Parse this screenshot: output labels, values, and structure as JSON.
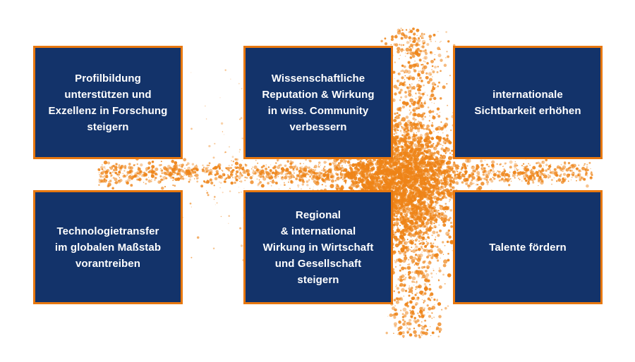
{
  "colors": {
    "box_fill": "#13336a",
    "box_border": "#e8780f",
    "splatter": "#ee8418",
    "text": "#ffffff",
    "background": "#ffffff"
  },
  "boxes": [
    {
      "label": "Profilbildung\nunterstützen und\nExzellenz in Forschung\nsteigern"
    },
    {
      "label": "Wissenschaftliche\nReputation & Wirkung\nin wiss. Community\nverbessern"
    },
    {
      "label": "internationale\nSichtbarkeit erhöhen"
    },
    {
      "label": "Technologietransfer\nim globalen Maßstab\nvorantreiben"
    },
    {
      "label": "Regional\n& international\nWirkung in Wirtschaft\nund Gesellschaft\nsteigern"
    },
    {
      "label": "Talente fördern"
    }
  ]
}
